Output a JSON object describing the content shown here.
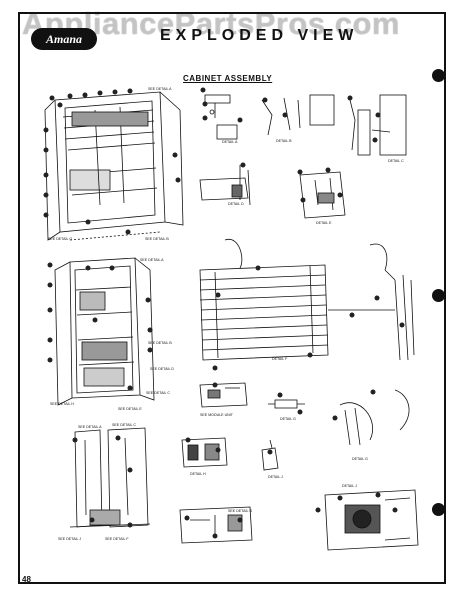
{
  "watermark": "AppliancePartsPros.com",
  "logo_text": "Amana",
  "view_title": "EXPLODED VIEW",
  "section_title": "CABINET ASSEMBLY",
  "page_number": "48",
  "detail_labels": {
    "a": "DETAIL A",
    "b": "DETAIL B",
    "c": "DETAIL C",
    "d": "DETAIL D",
    "e": "DETAIL E",
    "f": "DETAIL F",
    "g": "DETAIL G",
    "h": "DETAIL H",
    "j": "DETAIL J",
    "see_g": "SEE DETAIL G",
    "see_a": "SEE DETAIL A",
    "see_b": "SEE DETAIL B",
    "see_c": "SEE DETAIL C",
    "see_d": "SEE DETAIL D",
    "see_h": "SEE DETAIL H",
    "see_e": "SEE DETAIL E",
    "see_f": "SEE DETAIL F",
    "see_j": "SEE DETAIL J",
    "module": "SEE MODULE UNIT"
  }
}
